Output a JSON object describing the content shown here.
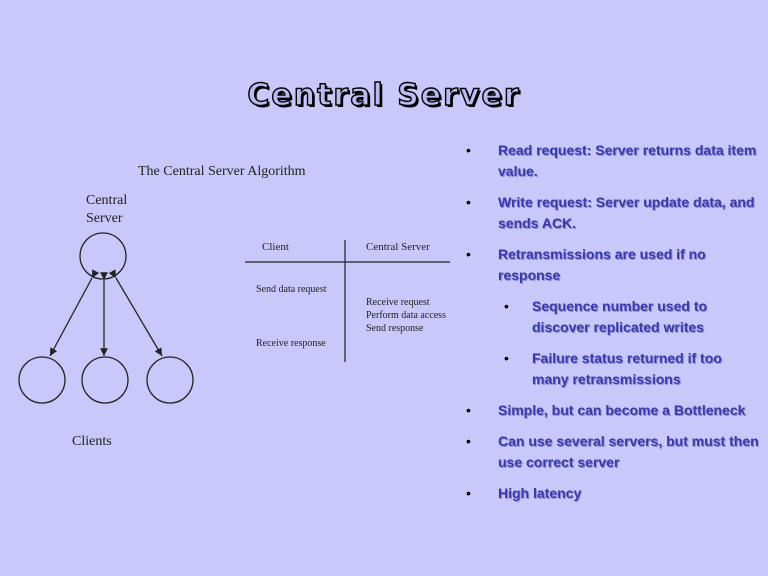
{
  "title": "Central Server",
  "diagram": {
    "heading": "The Central Server Algorithm",
    "server_label_1": "Central",
    "server_label_2": "Server",
    "clients_label": "Clients",
    "table_header_client": "Client",
    "table_header_server": "Central Server",
    "client_send": "Send data request",
    "server_receive": "Receive request",
    "server_perform": "Perform data access",
    "server_send": "Send response",
    "client_receive": "Receive response"
  },
  "bullets": [
    {
      "text": "Read request: Server returns data item value.",
      "level": 1
    },
    {
      "text": "Write request: Server update data, and sends ACK.",
      "level": 1
    },
    {
      "text": "Retransmissions are used if no response",
      "level": 1
    },
    {
      "text": "Sequence number used to discover replicated writes",
      "level": 2
    },
    {
      "text": "Failure status returned if too many retransmissions",
      "level": 2
    },
    {
      "text": "Simple, but can become a Bottleneck",
      "level": 1
    },
    {
      "text": "Can use several servers, but must then use correct server",
      "level": 1
    },
    {
      "text": "High latency",
      "level": 1
    }
  ],
  "bullet_glyph": "•"
}
